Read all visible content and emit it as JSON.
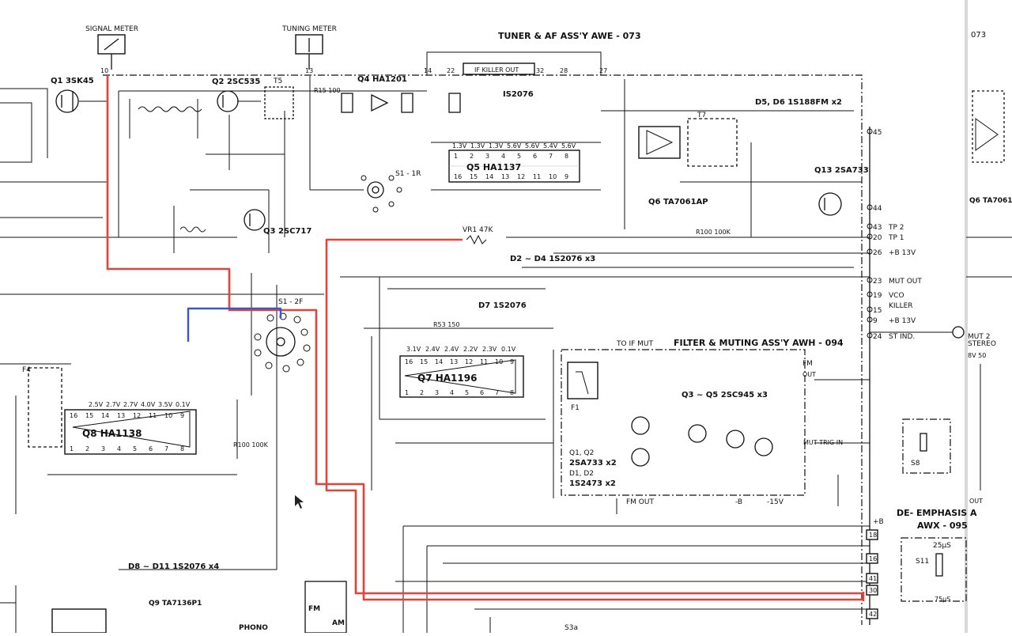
{
  "meters": {
    "signal": "SIGNAL METER",
    "tuning": "TUNING METER"
  },
  "sections": {
    "tuner": "TUNER & AF ASS'Y  AWE - 073",
    "filter": "FILTER & MUTING ASS'Y  AWH - 094",
    "deemph": "DE- EMPHASIS A",
    "deemph2": "AWX - 095",
    "right_code": "073",
    "fm_out": "FM OUT",
    "to_if_mut": "TO IF MUT",
    "if_killer": "IF KILLER OUT",
    "phono": "PHONO",
    "fm": "FM",
    "am": "AM",
    "out": "OUT"
  },
  "ics": {
    "q5": "Q5 HA1137",
    "q7": "Q7 HA1196",
    "q8": "Q8 HA1138",
    "q6": "Q6 TA7061AP",
    "q9": "Q9 TA7136P1",
    "q6r": "Q6 TA7061"
  },
  "transistors": {
    "q1": "Q1 3SK45",
    "q2": "Q2 2SC535",
    "q3": "Q3 2SC717",
    "q4": "Q4 HA1201",
    "q13": "Q13 2SA733",
    "q3q5": "Q3 ~ Q5 2SC945 x3",
    "q1q2": "Q1, Q2",
    "q1q2type": "2SA733 x2",
    "d1d2": "D1, D2",
    "d1d2type": "1S2473 x2"
  },
  "diodes": {
    "d1": "IS2076",
    "d2d4": "D2 ~ D4  1S2076 x3",
    "d7": "D7 1S2076",
    "d8d11": "D8 ~ D11 1S2076 x4",
    "d5d6": "D5, D6 1S188FM x2"
  },
  "labels": {
    "s1_1r": "S1 - 1R",
    "s1_2f": "S1 - 2F",
    "vr1": "VR1 47K",
    "f1": "F1",
    "r_100k": "R100 100K",
    "r_150": "R53 150",
    "trig_in": "MUT TRIG IN",
    "minus_b": "-B",
    "minus_15v": "-15V",
    "plus_b": "+B",
    "stereo": "STEREO",
    "stereo_v": "8V 50",
    "mut_r": "MUT 2",
    "t25": "25μS",
    "t75": "75μS",
    "s11": "S11",
    "s8": "S8",
    "s3a": "S3a"
  },
  "terminals": [
    {
      "num": "45",
      "label": ""
    },
    {
      "num": "44",
      "label": ""
    },
    {
      "num": "43",
      "label": "TP 2"
    },
    {
      "num": "20",
      "label": "TP 1"
    },
    {
      "num": "26",
      "label": "+B 13V"
    },
    {
      "num": "23",
      "label": "MUT OUT"
    },
    {
      "num": "19",
      "label": "VCO"
    },
    {
      "num": "",
      "label": "KILLER"
    },
    {
      "num": "15",
      "label": ""
    },
    {
      "num": "9",
      "label": "+B 13V"
    },
    {
      "num": "24",
      "label": "ST IND."
    }
  ],
  "bottom_pins": [
    "18",
    "16",
    "41",
    "30",
    "42"
  ],
  "top_pins": [
    "10",
    "13",
    "14",
    "22",
    "32",
    "28",
    "27"
  ],
  "ic_pins": {
    "q5_top": [
      "1",
      "2",
      "3",
      "4",
      "5",
      "6",
      "7",
      "8"
    ],
    "q5_bot": [
      "16",
      "15",
      "14",
      "13",
      "12",
      "11",
      "10",
      "9"
    ],
    "q7_top": [
      "16",
      "15",
      "14",
      "13",
      "12",
      "11",
      "10",
      "9"
    ],
    "q7_bot": [
      "1",
      "2",
      "3",
      "4",
      "5",
      "6",
      "7",
      "8"
    ],
    "q8_top": [
      "16",
      "15",
      "14",
      "13",
      "12",
      "11",
      "10",
      "9"
    ],
    "q8_bot": [
      "1",
      "2",
      "3",
      "4",
      "5",
      "6",
      "7",
      "8"
    ]
  },
  "voltages": {
    "q5": [
      "1.3V",
      "1.3V",
      "1.3V",
      "5.6V",
      "5.6V",
      "5.4V",
      "5.6V"
    ],
    "q7": [
      "3.1V",
      "2.4V",
      "2.4V",
      "2.2V",
      "2.3V",
      "0.1V"
    ],
    "q8": [
      "2.5V",
      "2.7V",
      "2.7V",
      "4.0V",
      "3.5V",
      "0.1V"
    ]
  }
}
